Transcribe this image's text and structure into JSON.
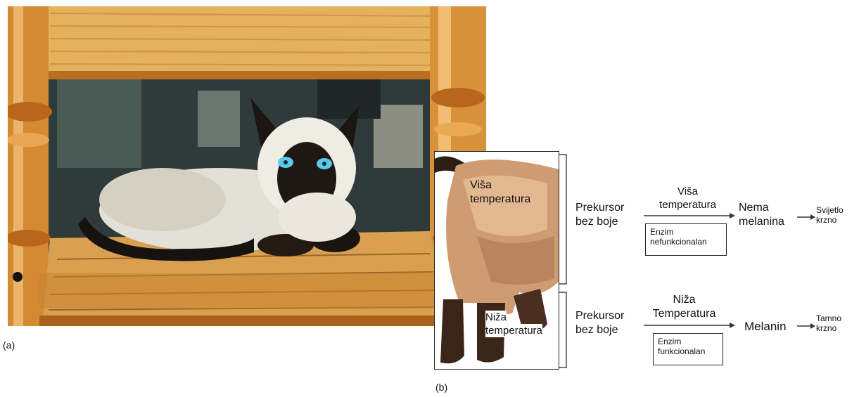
{
  "panel_a": {
    "label": "(a)",
    "colors": {
      "wood": "#d99a45",
      "wood_dark": "#b86f22",
      "rush": "#e9b868",
      "fur_light": "#e8e6e0",
      "fur_dark": "#1a1410",
      "eye": "#58c8e8",
      "background": "#2d3a3c"
    }
  },
  "panel_b": {
    "label": "(b)",
    "cat_labels": {
      "upper_line1": "Viša",
      "upper_line2": "temperatura",
      "lower_line1": "Niža",
      "lower_line2": "temperatura"
    },
    "pathway_top": {
      "precursor_line1": "Prekursor",
      "precursor_line2": "bez boje",
      "condition_line1": "Viša",
      "condition_line2": "temperatura",
      "enzyme_line1": "Enzim",
      "enzyme_line2": "nefunkcionalan",
      "product_line1": "Nema",
      "product_line2": "melanina",
      "result_line1": "Svijetlo",
      "result_line2": "krzno"
    },
    "pathway_bottom": {
      "precursor_line1": "Prekursor",
      "precursor_line2": "bez boje",
      "condition_line1": "Niža",
      "condition_line2": "Temperatura",
      "enzyme_line1": "Enzim",
      "enzyme_line2": "funkcionalan",
      "product": "Melanin",
      "result_line1": "Tamno",
      "result_line2": "krzno"
    },
    "colors": {
      "body_light": "#d6a27a",
      "body_mid": "#b57e56",
      "points_dark": "#3a2418",
      "arrow": "#333333"
    }
  }
}
